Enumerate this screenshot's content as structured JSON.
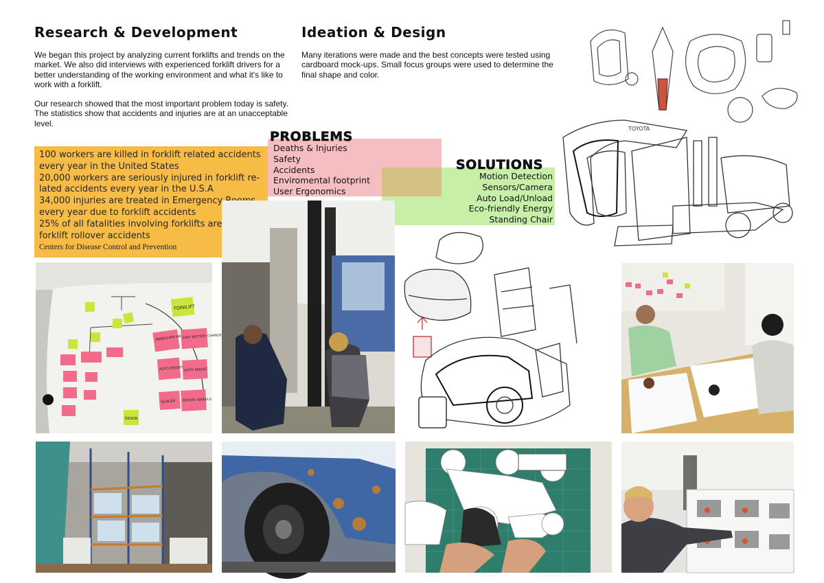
{
  "research": {
    "heading": "Research & Development",
    "para1": "We began this project by analyzing current forklifts and trends on the market. We also did interviews with experienced forklift drivers for a better understanding of the working environment and what it's like to work with a forklift.",
    "para2": "Our research showed that the most important problem today is safety. The statistics show that accidents and injuries are at an unacceptable level."
  },
  "ideation": {
    "heading": "Ideation & Design",
    "para1": "Many iterations were made and the best concepts were tested using cardboard mock-ups. Small focus groups were used to determine the final shape and color."
  },
  "stats": {
    "lines": [
      "100 workers are killed in forklift related accidents",
      "every year in the United States",
      "20,000 workers are seriously injured in forklift re-",
      "lated accidents every year in the U.S.A",
      "34,000 injuries are treated in Emergency Rooms",
      "every year due to forklift accidents",
      "25% of all fatalities involving forklifts are due to",
      "forklift rollover accidents"
    ],
    "source": "Centers for Disease Control and Prevention"
  },
  "problems": {
    "heading": "PROBLEMS",
    "items": [
      "Deaths & Injuries",
      "Safety",
      "Accidents",
      "Enviromental footprint",
      "User Ergonomics"
    ]
  },
  "solutions": {
    "heading": "SOLUTIONS",
    "items": [
      "Motion Detection",
      "Sensors/Camera",
      "Auto Load/Unload",
      "Eco-friendly Energy",
      "Standing Chair"
    ]
  },
  "sticky_notes": [
    "FORKLIFT",
    "MANEUVER ABILITY",
    "EASY BATTERY CHANGE",
    "AUTO HEIGHT FORK",
    "AUTO ADJUST",
    "SCALER",
    "ROTATE WHEELS",
    "DESIGN"
  ],
  "forklift_brand": "TOYOTA",
  "colors": {
    "stats_bg": "#f6b93d",
    "problems_bg": "#f2a9ad",
    "solutions_bg": "#b4ea8a",
    "sticky_pink": "#f26b8a",
    "sticky_green": "#c8e63c"
  }
}
